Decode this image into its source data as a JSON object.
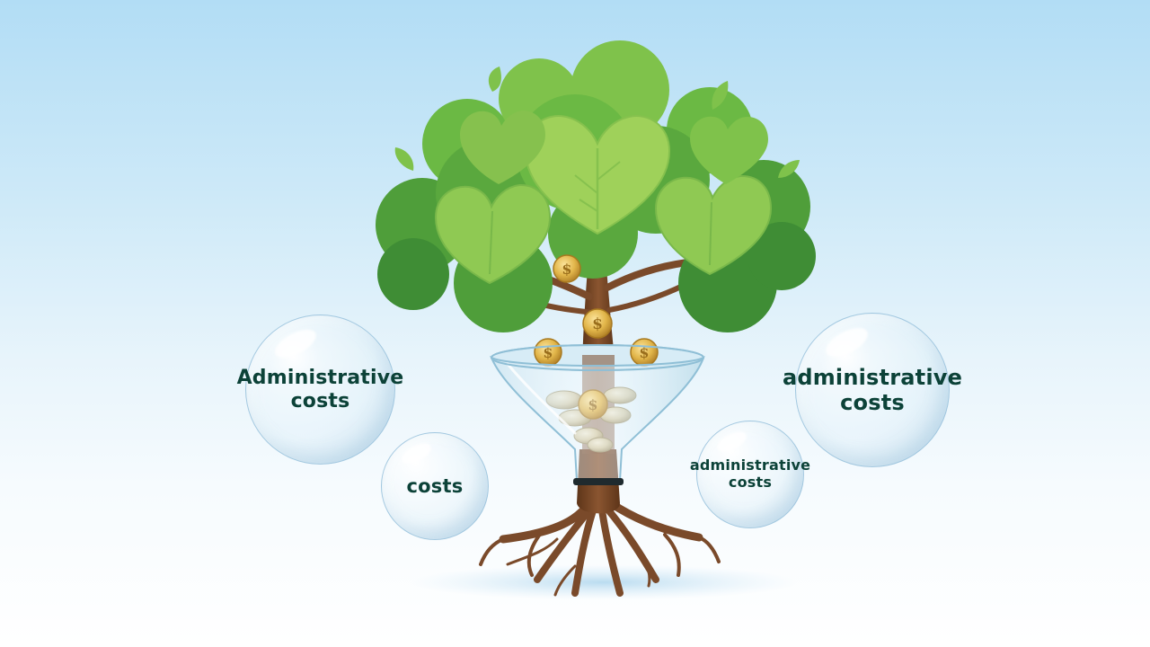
{
  "bubbles": [
    {
      "line1": "Administrative",
      "line2": "costs"
    },
    {
      "line1": "costs",
      "line2": ""
    },
    {
      "line1": "administrative",
      "line2": "costs"
    },
    {
      "line1": "administrative",
      "line2": "costs"
    }
  ],
  "colors": {
    "sky_top": "#b2ddf5",
    "leaf_dark": "#3f9a3c",
    "leaf_mid": "#6bb944",
    "leaf_light": "#9fd15a",
    "trunk": "#7a4a2a",
    "coin": "#e2b64a",
    "label_text": "#0c4238"
  },
  "icons": [
    "dollar-coin-icon",
    "heart-leaf-icon",
    "funnel-icon",
    "tree-roots-icon"
  ]
}
